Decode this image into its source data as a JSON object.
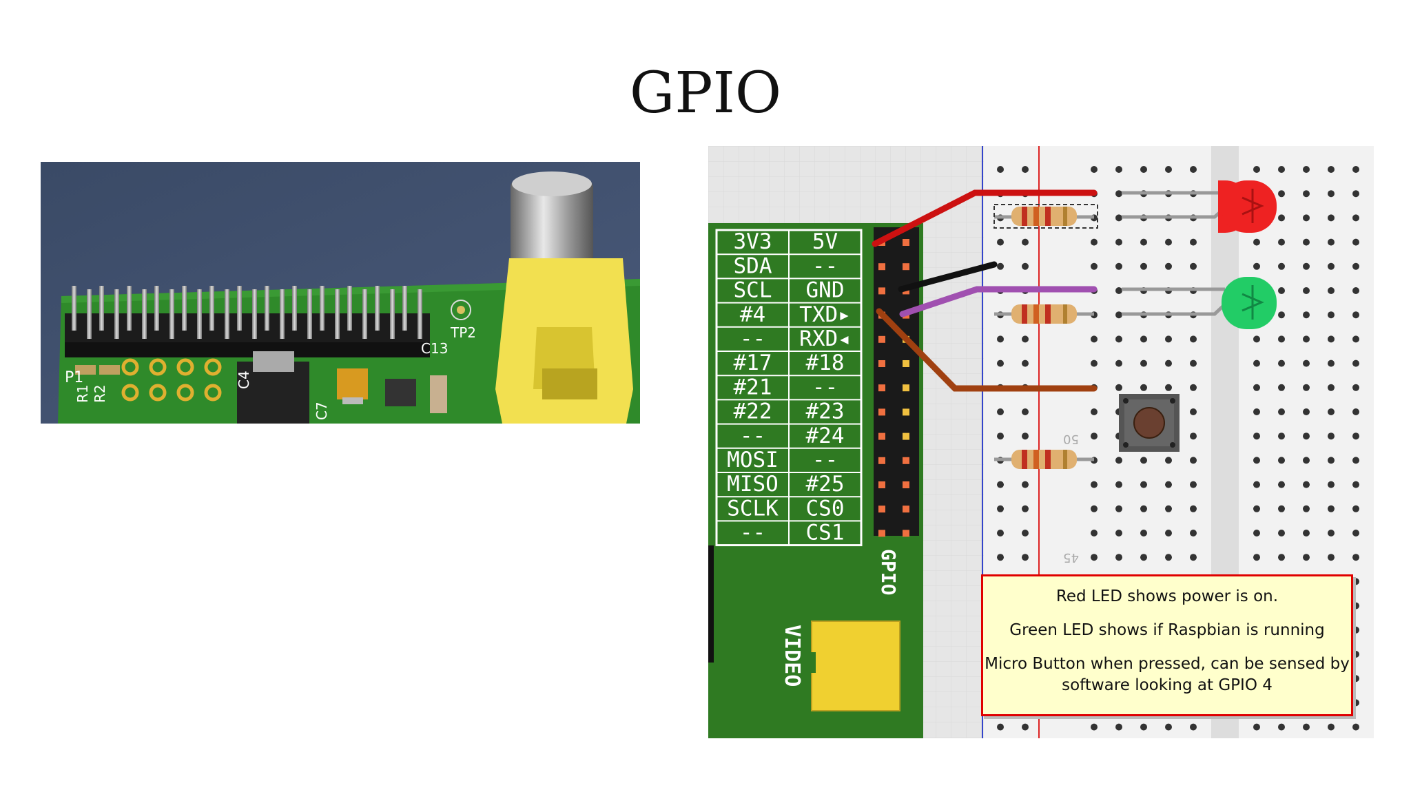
{
  "slide": {
    "title": "GPIO"
  },
  "photo": {
    "silk_labels": {
      "p1": "P1",
      "r1": "R1",
      "r2": "R2",
      "c4": "C4",
      "c7": "C7",
      "c13": "C13",
      "tp2": "TP2"
    }
  },
  "pins": [
    [
      "3V3",
      "5V"
    ],
    [
      "SDA",
      "--"
    ],
    [
      "SCL",
      "GND"
    ],
    [
      "#4",
      "TXD▸"
    ],
    [
      "--",
      "RXD◂"
    ],
    [
      "#17",
      "#18"
    ],
    [
      "#21",
      "--"
    ],
    [
      "#22",
      "#23"
    ],
    [
      "--",
      "#24"
    ],
    [
      "MOSI",
      "--"
    ],
    [
      "MISO",
      "#25"
    ],
    [
      "SCLK",
      "CS0"
    ],
    [
      "--",
      "CS1"
    ]
  ],
  "board": {
    "gpio_label": "GPIO",
    "video_label": "VIDEO"
  },
  "breadboard": {
    "row_label_50": "50",
    "row_label_45": "45"
  },
  "note": {
    "line1": "Red LED shows power is on.",
    "line2": "Green LED shows if Raspbian is running",
    "line3": "Micro Button when pressed, can be sensed by software looking at GPIO 4"
  },
  "colors": {
    "pcb": "#2f7a22",
    "wire_red": "#cc1111",
    "wire_black": "#111111",
    "wire_purple": "#a050b0",
    "wire_brown": "#a04010",
    "led_red": "#ee2222",
    "led_green": "#22cc66",
    "video_yellow": "#f0d030"
  }
}
